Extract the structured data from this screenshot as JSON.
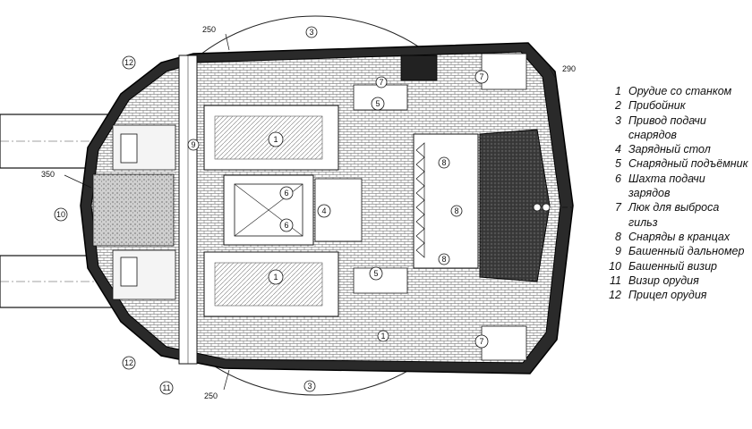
{
  "dimensions": {
    "top": "250",
    "bottom": "250",
    "left": "350",
    "right": "290"
  },
  "callouts": [
    "1",
    "1",
    "1",
    "3",
    "3",
    "4",
    "5",
    "5",
    "6",
    "6",
    "7",
    "7",
    "7",
    "8",
    "8",
    "8",
    "9",
    "10",
    "11",
    "12",
    "12"
  ],
  "legend": [
    {
      "num": "1",
      "text": "Орудие со станком"
    },
    {
      "num": "2",
      "text": "Прибойник"
    },
    {
      "num": "3",
      "text": "Привод подачи снарядов"
    },
    {
      "num": "4",
      "text": "Зарядный стол"
    },
    {
      "num": "5",
      "text": "Снарядный подъёмник"
    },
    {
      "num": "6",
      "text": "Шахта подачи зарядов"
    },
    {
      "num": "7",
      "text": "Люк для выброса гильз"
    },
    {
      "num": "8",
      "text": "Снаряды в кранцах"
    },
    {
      "num": "9",
      "text": "Башенный дальномер"
    },
    {
      "num": "10",
      "text": "Башенный визир"
    },
    {
      "num": "11",
      "text": "Визир орудия"
    },
    {
      "num": "12",
      "text": "Прицел орудия"
    }
  ]
}
